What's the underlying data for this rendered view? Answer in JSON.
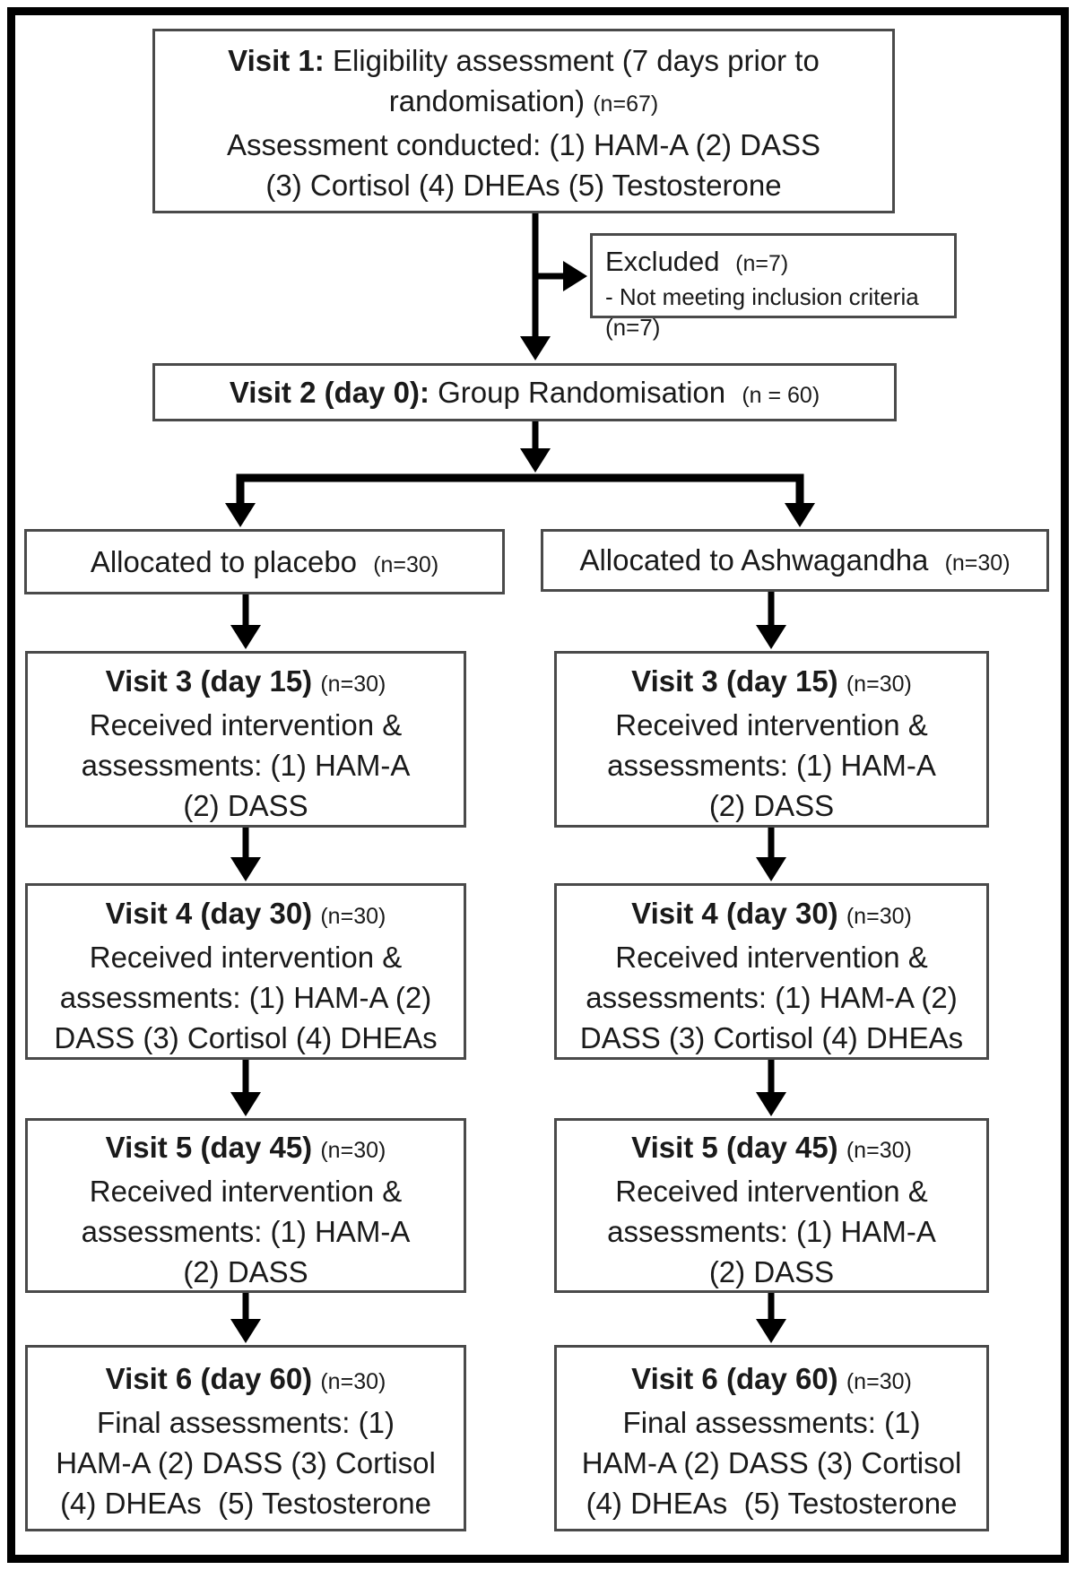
{
  "colors": {
    "background": "#ffffff",
    "box_border": "#4a4a4a",
    "ink": "#1a1a1a",
    "arrow": "#000000"
  },
  "visit1": {
    "line1_bold": "Visit 1:",
    "line1_rest": "Eligibility assessment (7 days prior to",
    "line2_text": "randomisation)",
    "line2_small": "(n=67)",
    "line3_text": "Assessment conducted: (1) HAM-A (2) DASS",
    "line4_text": "(3) Cortisol (4) DHEAs (5) Testosterone"
  },
  "excluded": {
    "line1": "Excluded",
    "line1_small": "(n=7)",
    "line2": "- Not meeting inclusion criteria (n=7)"
  },
  "visit2": {
    "bold": "Visit 2 (day 0):",
    "rest": "Group Randomisation",
    "small": "(n = 60)"
  },
  "columns": {
    "left": {
      "allocation_text": "Allocated to placebo",
      "allocation_n": "(n=30)",
      "visits": [
        {
          "title": "Visit 3 (day 15)",
          "n": "(n=30)",
          "line1": "Received intervention &",
          "line2": "assessments: (1) HAM-A",
          "line3": "(2) DASS"
        },
        {
          "title": "Visit 4 (day 30)",
          "n": "(n=30)",
          "line1": "Received intervention &",
          "line2": "assessments: (1) HAM-A (2)",
          "line3": "DASS (3) Cortisol (4) DHEAs"
        },
        {
          "title": "Visit 5 (day 45)",
          "n": "(n=30)",
          "line1": "Received intervention &",
          "line2": "assessments: (1) HAM-A",
          "line3": "(2) DASS"
        },
        {
          "title": "Visit 6 (day 60)",
          "n": "(n=30)",
          "line1": "Final assessments: (1)",
          "line2": "HAM-A (2) DASS (3) Cortisol",
          "line3": "(4) DHEAs  (5) Testosterone"
        }
      ]
    },
    "right": {
      "allocation_text": "Allocated to Ashwagandha",
      "allocation_n": "(n=30)",
      "visits": [
        {
          "title": "Visit 3 (day 15)",
          "n": "(n=30)",
          "line1": "Received intervention &",
          "line2": "assessments: (1) HAM-A",
          "line3": "(2) DASS"
        },
        {
          "title": "Visit 4 (day 30)",
          "n": "(n=30)",
          "line1": "Received intervention &",
          "line2": "assessments: (1) HAM-A (2)",
          "line3": "DASS (3) Cortisol (4) DHEAs"
        },
        {
          "title": "Visit 5 (day 45)",
          "n": "(n=30)",
          "line1": "Received intervention &",
          "line2": "assessments: (1) HAM-A",
          "line3": "(2) DASS"
        },
        {
          "title": "Visit 6 (day 60)",
          "n": "(n=30)",
          "line1": "Final assessments: (1)",
          "line2": "HAM-A (2) DASS (3) Cortisol",
          "line3": "(4) DHEAs  (5) Testosterone"
        }
      ]
    }
  }
}
